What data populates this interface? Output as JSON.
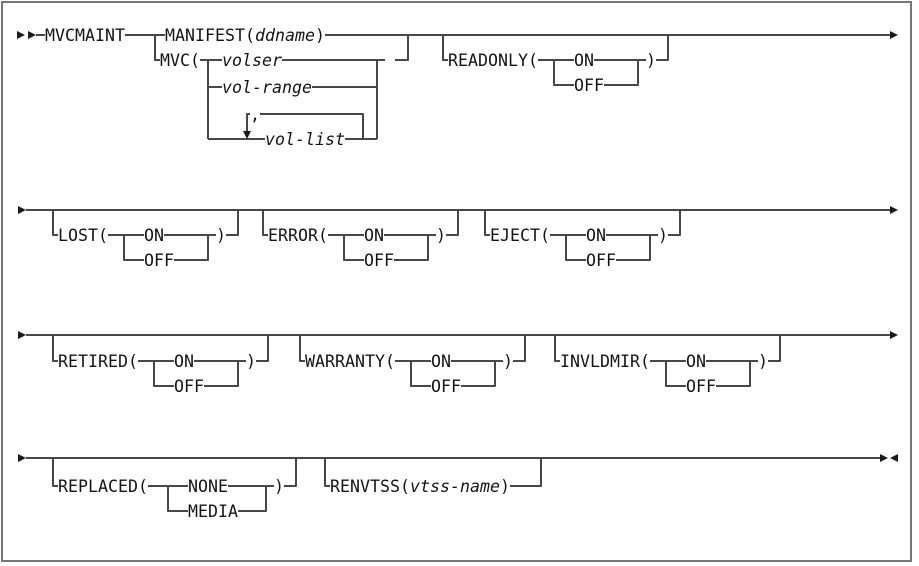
{
  "colors": {
    "background": "#ffffff",
    "border": "#77777b",
    "line": "#47474a",
    "text": "#141417",
    "arrow": "#1a1a1d"
  },
  "tokens": {
    "command": "MVCMAINT",
    "manifest_open": "MANIFEST(",
    "ddname": "ddname",
    "close_paren": ")",
    "mvc_open": "MVC(",
    "volser": "volser",
    "vol_range": "vol-range",
    "comma": ",",
    "vol_list": "vol-list",
    "readonly_open": "READONLY(",
    "on": "ON",
    "off": "OFF",
    "lost_open": "LOST(",
    "error_open": "ERROR(",
    "eject_open": "EJECT(",
    "retired_open": "RETIRED(",
    "warranty_open": "WARRANTY(",
    "invldmir_open": "INVLDMIR(",
    "replaced_open": "REPLACED(",
    "none": "NONE",
    "media": "MEDIA",
    "renvtss_open": "RENVTSS(",
    "vtss_name": "vtss-name"
  },
  "syntax": {
    "command": "MVCMAINT",
    "required_choice": [
      "MANIFEST(ddname)",
      "MVC(volser | vol-range | vol-list[,vol-list...])"
    ],
    "optional_parameters": [
      "READONLY(ON|OFF)",
      "LOST(ON|OFF)",
      "ERROR(ON|OFF)",
      "EJECT(ON|OFF)",
      "RETIRED(ON|OFF)",
      "WARRANTY(ON|OFF)",
      "INVLDMIR(ON|OFF)",
      "REPLACED(NONE|MEDIA)",
      "RENVTSS(vtss-name)"
    ]
  }
}
